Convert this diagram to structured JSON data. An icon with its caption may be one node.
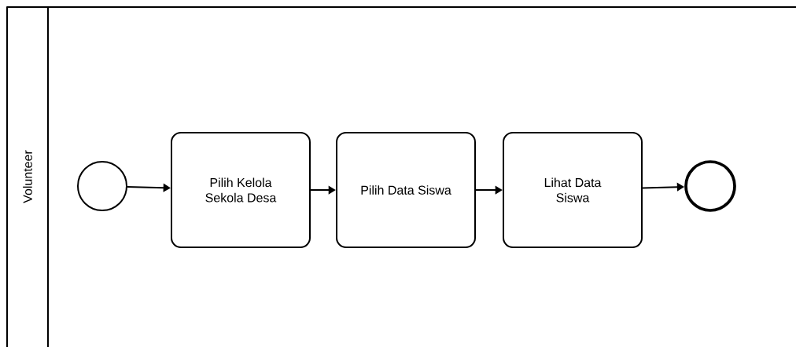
{
  "diagram": {
    "nodes": [
      {
        "text": [
          "Volunteer"
        ]
      },
      {
        "text": [],
        "shape": "circle",
        "in": 0
      },
      {
        "text": [
          "Pilih Kelola Sekola Desa"
        ],
        "in": 0
      },
      {
        "text": [
          "Pilih Data Siswa"
        ],
        "in": 0
      },
      {
        "text": [
          "Lihat Data Siswa"
        ],
        "in": 0
      },
      {
        "text": [],
        "shape": "circle",
        "in": 0
      }
    ],
    "edges": [
      {
        "from": 1,
        "to": 2,
        "arrow": "to"
      },
      {
        "from": 2,
        "to": 3,
        "arrow": "to"
      },
      {
        "from": 3,
        "to": 4,
        "arrow": "to"
      },
      {
        "from": 4,
        "to": 5,
        "arrow": "to"
      }
    ]
  }
}
